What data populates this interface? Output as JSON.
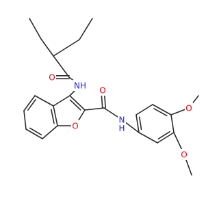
{
  "molecule": {
    "atoms": {
      "o_amide_top": {
        "text": "O",
        "color": "#e8000b"
      },
      "nh_top": {
        "text": "NH",
        "color": "#1f1fe6"
      },
      "o_furan": {
        "text": "O",
        "color": "#e8000b"
      },
      "o_amide_right": {
        "text": "O",
        "color": "#e8000b"
      },
      "nh_right": {
        "text": "N",
        "sub": "H",
        "color": "#1f1fe6"
      },
      "o_methoxy_top": {
        "text": "O",
        "color": "#e8000b"
      },
      "o_methoxy_bottom": {
        "text": "O",
        "color": "#e8000b"
      }
    },
    "bond_color": "#2b2b2b"
  }
}
